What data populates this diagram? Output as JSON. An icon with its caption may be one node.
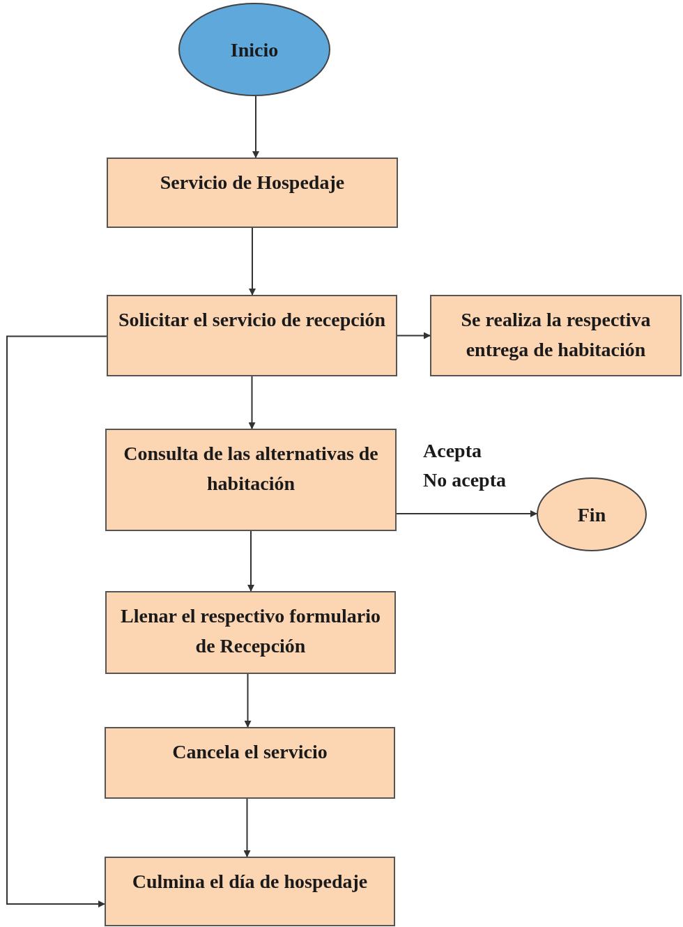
{
  "diagram": {
    "nodes": [
      {
        "text": [
          "Inicio"
        ]
      },
      {
        "text": [
          "Servicio de Hospedaje"
        ]
      },
      {
        "text": [
          "Solicitar el servicio de recepción"
        ]
      },
      {
        "text": [
          "Se realiza la respectiva entrega de habitación"
        ]
      },
      {
        "text": [
          "Consulta de las alternativas de habitación"
        ]
      },
      {
        "text": [
          "Fin"
        ]
      },
      {
        "text": [
          "Llenar el respectivo formulario de Recepción"
        ]
      },
      {
        "text": [
          "Cancela el servicio"
        ]
      },
      {
        "text": [
          "Culmina el día de hospedaje"
        ]
      }
    ],
    "edges": [
      {
        "from": 0,
        "to": 1,
        "arrow": "to"
      },
      {
        "from": 1,
        "to": 2,
        "arrow": "to"
      },
      {
        "from": 2,
        "to": 3,
        "arrow": "to"
      },
      {
        "from": 2,
        "to": 4,
        "arrow": "to"
      },
      {
        "from": 4,
        "to": 5,
        "arrow": "to"
      },
      {
        "from": 4,
        "to": 6,
        "arrow": "to"
      },
      {
        "from": 6,
        "to": 7,
        "arrow": "to"
      },
      {
        "from": 7,
        "to": 8,
        "arrow": "to"
      },
      {
        "from": 2,
        "to": 8,
        "arrow": "to"
      }
    ],
    "labels": [
      "Acepta",
      "No acepta"
    ]
  }
}
